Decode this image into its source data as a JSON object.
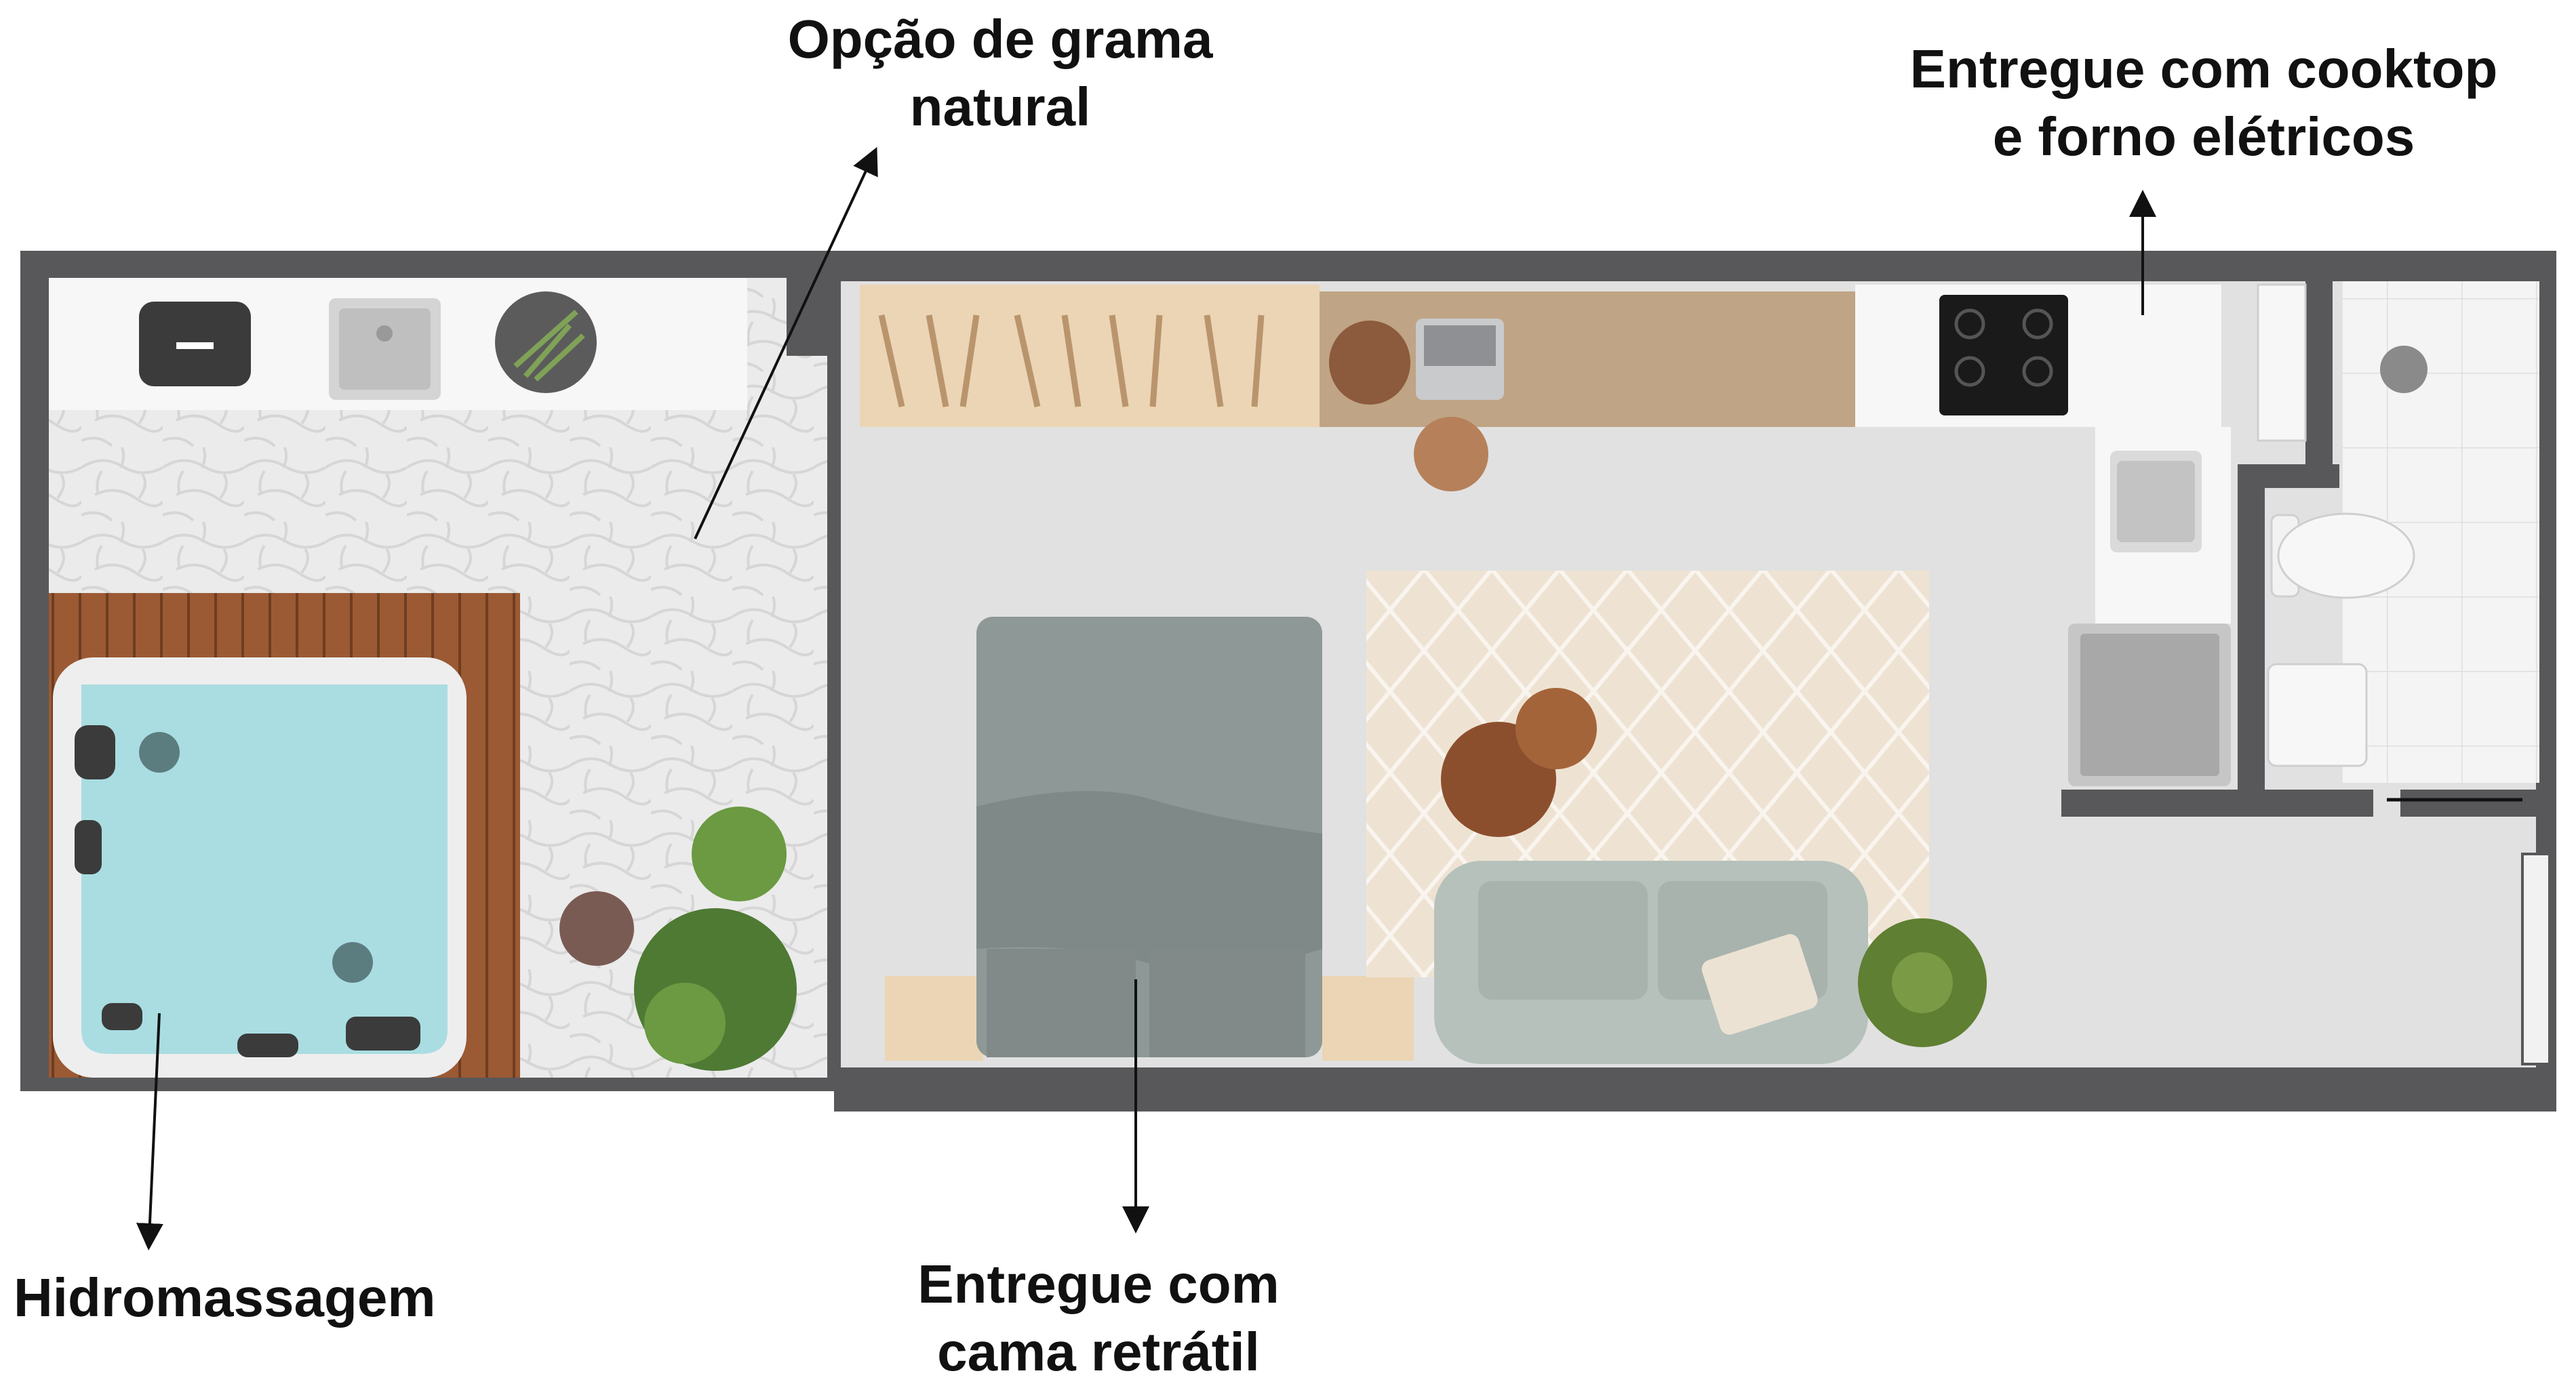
{
  "labels": {
    "grass": {
      "line1": "Opção de grama",
      "line2": "natural"
    },
    "kitchen": {
      "line1": "Entregue com cooktop",
      "line2": "e forno elétricos"
    },
    "hot_tub": {
      "line1": "Hidromassagem"
    },
    "bed": {
      "line1": "Entregue com",
      "line2": "cama retrátil"
    }
  },
  "colors": {
    "wall": "#58585a",
    "floor": "#e1e1e1",
    "stone": "#ececec",
    "deck": "#9b5a34",
    "water": "#a9dde2",
    "bedding": "#8e9896",
    "sofa": "#b6c1bc",
    "rug": "#eee3d3",
    "wood_light": "#ecd5b4",
    "wood_counter": "#bfa485",
    "counter_white": "#f7f7f7",
    "plant": "#4e7a34",
    "arrow": "#111111"
  },
  "icons": [
    "hot-tub-icon",
    "deck-icon",
    "planter-icon",
    "sink-icon",
    "grill-icon",
    "shelf-icon",
    "laptop-icon",
    "cooktop-icon",
    "fridge-icon",
    "toilet-icon",
    "shower-icon",
    "bed-icon",
    "sofa-icon",
    "rug-icon",
    "coffee-table-icon",
    "plant-icon",
    "door-icon"
  ]
}
